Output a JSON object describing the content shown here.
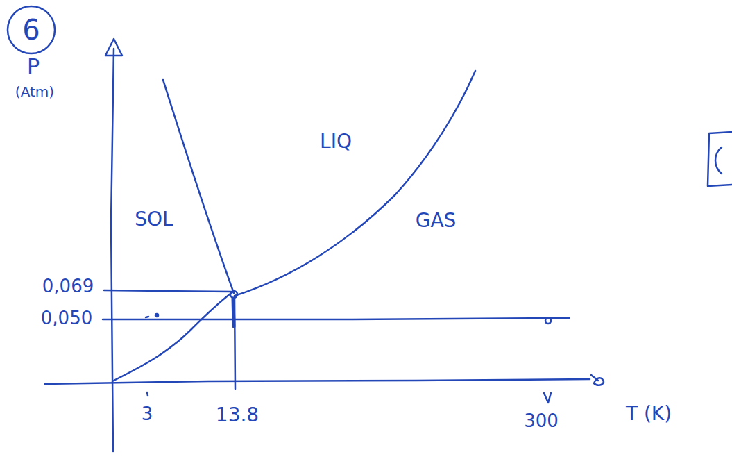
{
  "diagram": {
    "nodes": [
      {
        "text": [
          "6"
        ]
      }
    ],
    "labels": [
      "P",
      "(Atm)",
      "SOL",
      "LIQ",
      "GAS",
      "0,069",
      "0,050",
      "3",
      "13.8",
      "300",
      "T (K)"
    ]
  }
}
